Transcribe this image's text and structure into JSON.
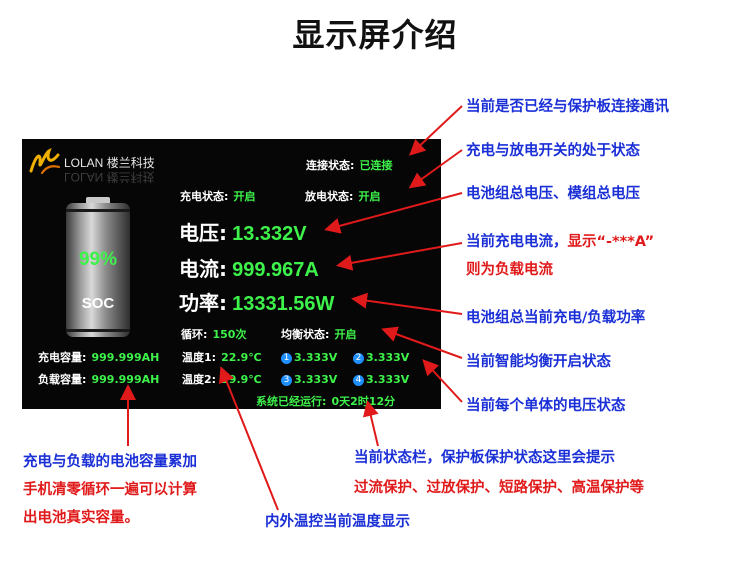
{
  "title": "显示屏介绍",
  "screen": {
    "logo": {
      "brand": "LOLAN",
      "company": "楼兰科技",
      "reflection": "LOLAN 楼兰科技"
    },
    "connection": {
      "label": "连接状态:",
      "value": "已连接"
    },
    "charge_switch": {
      "label": "充电状态:",
      "value": "开启"
    },
    "discharge_switch": {
      "label": "放电状态:",
      "value": "开启"
    },
    "voltage": {
      "label": "电压:",
      "value": "13.332V"
    },
    "current": {
      "label": "电流:",
      "value": "999.967A"
    },
    "power": {
      "label": "功率:",
      "value": "13331.56W"
    },
    "battery": {
      "percent": "99%",
      "soc_label": "SOC",
      "level": 0.99
    },
    "cycles": {
      "label": "循环:",
      "value": "150次"
    },
    "balance": {
      "label": "均衡状态:",
      "value": "开启"
    },
    "charge_capacity": {
      "label": "充电容量:",
      "value": "999.999AH"
    },
    "load_capacity": {
      "label": "负载容量:",
      "value": "999.999AH"
    },
    "temp1": {
      "label": "温度1:",
      "value": "22.9℃"
    },
    "temp2": {
      "label": "温度2:",
      "value": "29.9℃"
    },
    "cells": [
      {
        "index": "1",
        "value": "3.333V"
      },
      {
        "index": "2",
        "value": "3.333V"
      },
      {
        "index": "3",
        "value": "3.333V"
      },
      {
        "index": "4",
        "value": "3.333V"
      }
    ],
    "runtime": {
      "label": "系统已经运行:",
      "value": "0天2时12分"
    }
  },
  "annotations": {
    "connection": "当前是否已经与保护板连接通讯",
    "switch_state": "充电与放电开关的处于状态",
    "voltage": "电池组总电压、模组总电压",
    "current_line1_blue": "当前充电电流，",
    "current_line1_red": "显示“-***A”",
    "current_line2": "则为负载电流",
    "power": "电池组总当前充电/负载功率",
    "balance": "当前智能均衡开启状态",
    "cells": "当前每个单体的电压状态",
    "status_bar_line1": "当前状态栏，保护板保护状态这里会提示",
    "status_bar_line2": "过流保护、过放保护、短路保护、高温保护等",
    "temperature": "内外温控当前温度显示",
    "capacity_line1": "充电与负载的电池容量累加",
    "capacity_line2": "手机清零循环一遍可以计算",
    "capacity_line3": "出电池真实容量。"
  },
  "colors": {
    "screen_bg": "#060606",
    "value_green": "#3df24a",
    "annotation_blue": "#1a2fd6",
    "annotation_red": "#e01a1a",
    "arrow_red": "#e01a1a",
    "cell_badge": "#1f8fff"
  },
  "icons": [
    "lolan-logo-icon",
    "battery-icon",
    "cell-number-badge-icon",
    "arrow-icon"
  ]
}
